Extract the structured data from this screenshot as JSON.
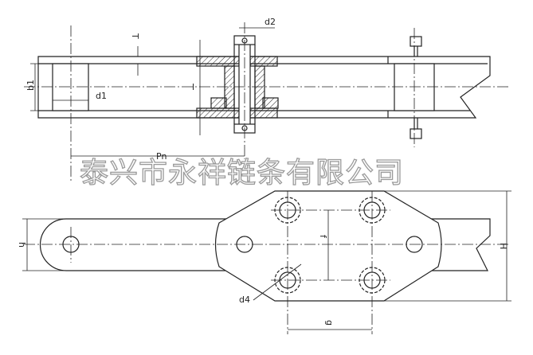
{
  "watermark": "泰兴市永祥链条有限公司",
  "labels": {
    "T": "T",
    "d2": "d2",
    "b1": "b1",
    "d1": "d1",
    "l": "l",
    "Pn": "Pn",
    "h": "h",
    "f": "f",
    "H": "H",
    "d4": "d4",
    "g": "g"
  },
  "colors": {
    "line": "#222222",
    "watermark_stroke": "#9a9a9a"
  }
}
